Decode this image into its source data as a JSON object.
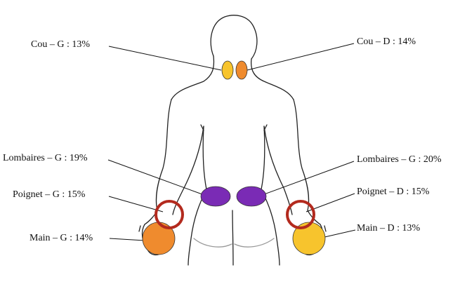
{
  "regions": [
    {
      "id": "neck-left",
      "label": "Cou – G : 13%",
      "color": "#F7C42D",
      "shape": "oval"
    },
    {
      "id": "neck-right",
      "label": "Cou – D : 14%",
      "color": "#EF8B2E",
      "shape": "oval"
    },
    {
      "id": "lumbar-left",
      "label": "Lombaires – G : 19%",
      "color": "#7A2BB5",
      "shape": "oval"
    },
    {
      "id": "lumbar-right",
      "label": "Lombaires – G : 20%",
      "color": "#7A2BB5",
      "shape": "oval"
    },
    {
      "id": "wrist-left",
      "label": "Poignet – G : 15%",
      "color": "#B32A1E",
      "shape": "ring"
    },
    {
      "id": "wrist-right",
      "label": "Poignet – D : 15%",
      "color": "#B32A1E",
      "shape": "ring"
    },
    {
      "id": "hand-left",
      "label": "Main – G : 14%",
      "color": "#EF8B2E",
      "shape": "disc"
    },
    {
      "id": "hand-right",
      "label": "Main – D : 13%",
      "color": "#F7C42D",
      "shape": "disc"
    }
  ]
}
